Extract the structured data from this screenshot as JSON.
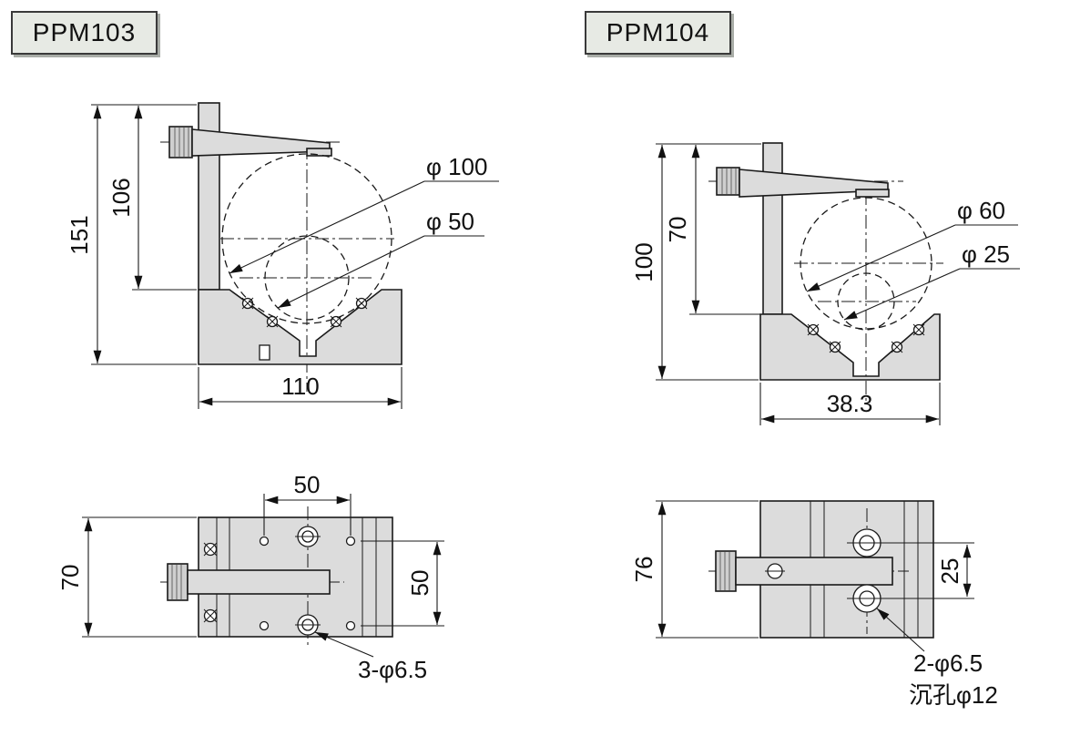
{
  "colors": {
    "background": "#ffffff",
    "part_fill": "#dcdcdc",
    "line": "#1a1a1a",
    "title_box_bg": "#e7eae4"
  },
  "titles": {
    "left": "PPM103",
    "right": "PPM104"
  },
  "ppm103": {
    "front_view": {
      "overall_height": "151",
      "upper_height": "106",
      "mirror_dia_large": "φ 100",
      "mirror_dia_small": "φ 50",
      "base_width": "110"
    },
    "top_view": {
      "depth": "70",
      "hole_pitch_x": "50",
      "hole_pitch_y": "50",
      "mounting_holes": "3-φ6.5"
    }
  },
  "ppm104": {
    "front_view": {
      "overall_height": "100",
      "upper_height": "70",
      "mirror_dia_large": "φ 60",
      "mirror_dia_small": "φ 25",
      "base_width": "38.3"
    },
    "top_view": {
      "depth": "76",
      "hole_pitch_y": "25",
      "mounting_holes": "2-φ6.5",
      "counterbore": "沉孔φ12"
    }
  }
}
